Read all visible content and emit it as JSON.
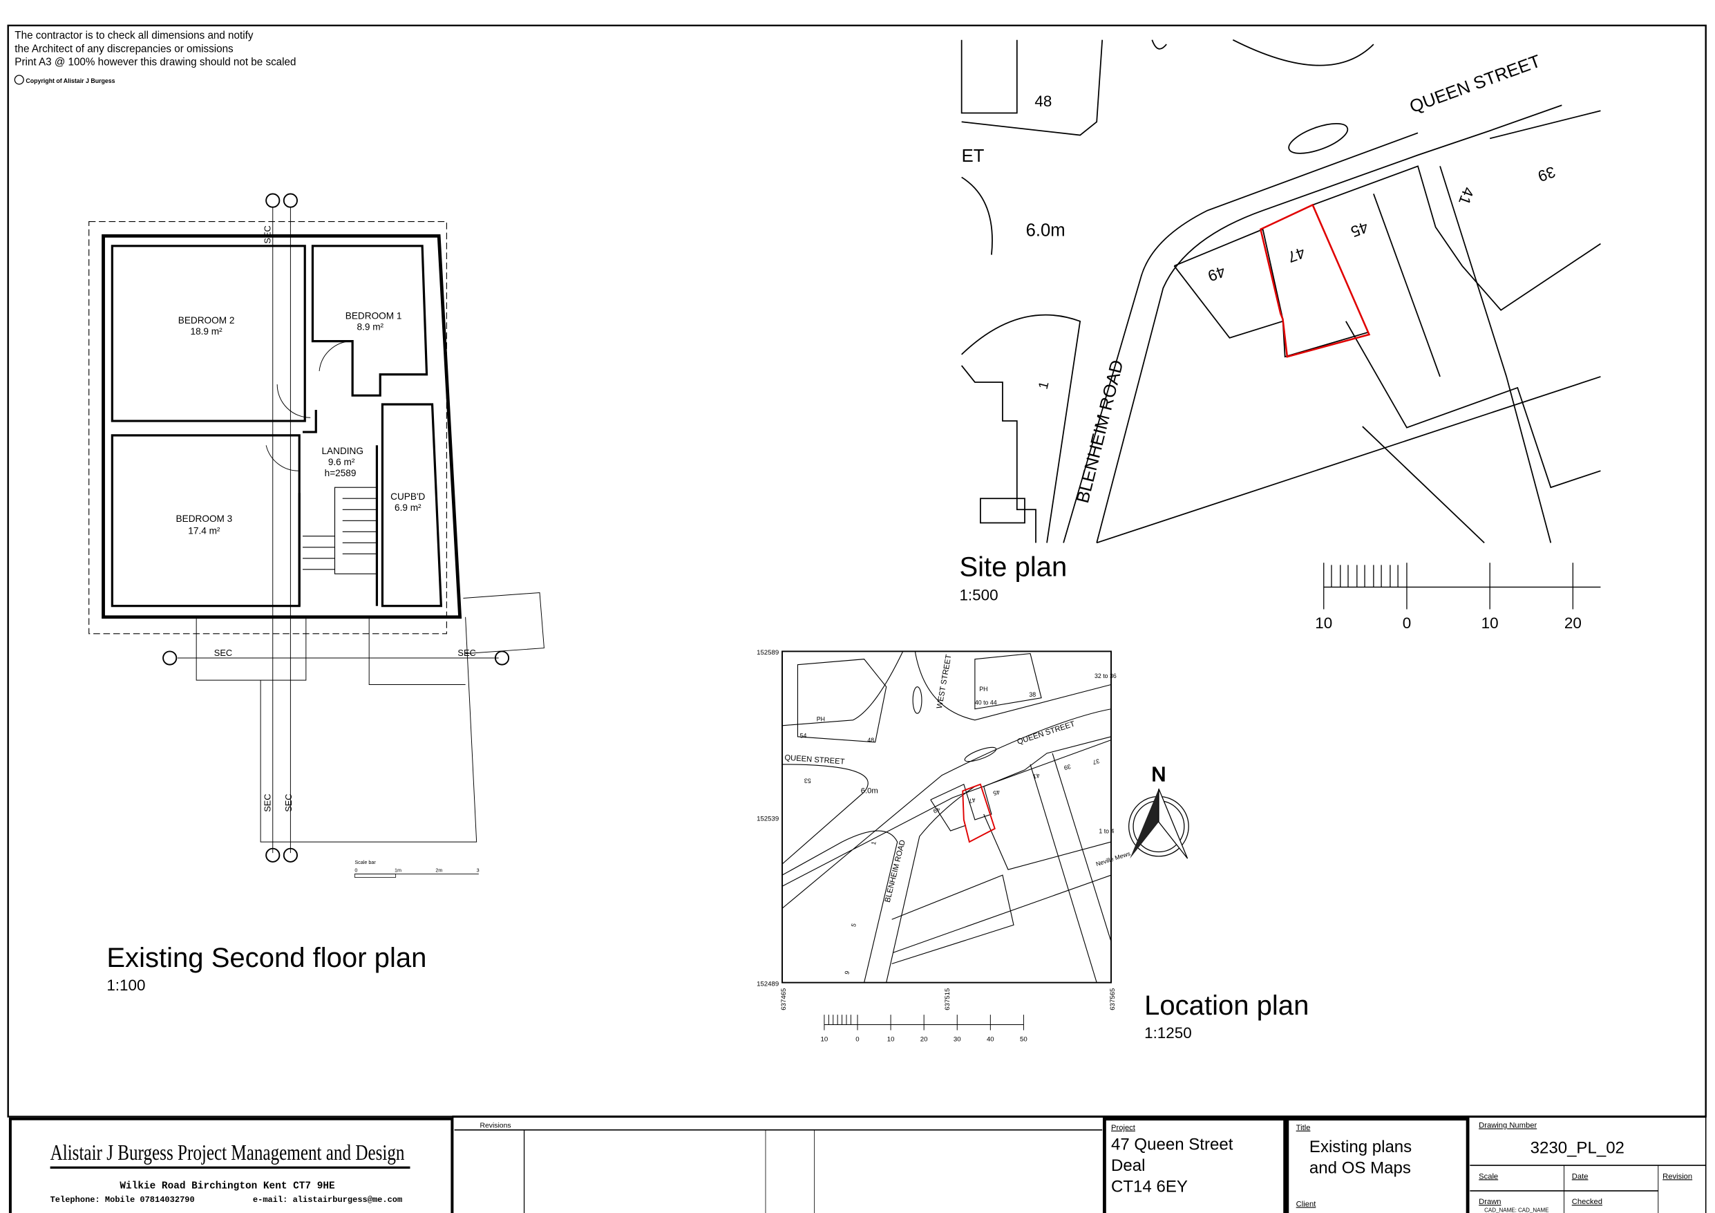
{
  "notes": {
    "line1": "The contractor is to check all dimensions and notify",
    "line2": "the Architect of any discrepancies or omissions",
    "line3": "Print A3 @ 100% however this drawing should not be scaled",
    "copyright": "Copyright of Alistair J Burgess",
    "copyright_symbol": "©"
  },
  "floor_plan": {
    "title": "Existing Second floor plan",
    "scale": "1:100",
    "rooms": [
      {
        "name": "BEDROOM 2",
        "area": "18.9 m²"
      },
      {
        "name": "BEDROOM 1",
        "area": "8.9 m²"
      },
      {
        "name": "LANDING",
        "area": "9.6 m²",
        "height": "h=2589"
      },
      {
        "name": "CUPB'D",
        "area": "6.9 m²"
      },
      {
        "name": "BEDROOM 3",
        "area": "17.4 m²"
      }
    ],
    "section_label": "SEC",
    "scale_bar": {
      "caption": "Scale bar",
      "ticks": [
        "0",
        "1m",
        "2m",
        "3"
      ]
    }
  },
  "site_plan": {
    "title": "Site plan",
    "scale": "1:500",
    "street_labels": [
      "QUEEN STREET",
      "BLENHEIM ROAD",
      "ET"
    ],
    "spot_height": "6.0m",
    "house_numbers": [
      "48",
      "49",
      "47",
      "45",
      "41",
      "39",
      "1"
    ],
    "scale_bar_ticks": [
      "10",
      "0",
      "10",
      "20"
    ],
    "boundary_color": "#e00000"
  },
  "location_plan": {
    "title": "Location plan",
    "scale": "1:1250",
    "northings": [
      "152589",
      "152539",
      "152489"
    ],
    "eastings": [
      "637465",
      "637515",
      "637565"
    ],
    "street_labels": [
      "QUEEN STREET",
      "QUEEN STREET",
      "WEST STREET",
      "BLENHEIM ROAD"
    ],
    "spot_height": "6.0m",
    "labels": [
      "PH",
      "40 to 44",
      "38",
      "32 to 36",
      "PH",
      "54",
      "48",
      "53",
      "49",
      "47",
      "45",
      "41",
      "39",
      "37",
      "1",
      "5",
      "9",
      "1 to 4",
      "Neville Mews"
    ],
    "scale_bar_ticks": [
      "10",
      "0",
      "10",
      "20",
      "30",
      "40",
      "50"
    ],
    "north_label": "N",
    "boundary_color": "#e00000"
  },
  "title_block": {
    "company": "Alistair J Burgess Project Management and Design",
    "address": "Wilkie Road Birchington Kent CT7 9HE",
    "telephone": "Telephone: Mobile 07814032790",
    "email": "e-mail: alistairburgess@me.com",
    "revisions_label": "Revisions",
    "project_label": "Project",
    "project_lines": [
      "47 Queen Street",
      "Deal",
      "CT14 6EY"
    ],
    "title_label": "Title",
    "title_lines": [
      "Existing plans",
      "and OS Maps"
    ],
    "client_label": "Client",
    "drawing_number_label": "Drawing Number",
    "drawing_number": "3230_PL_02",
    "scale_label": "Scale",
    "date_label": "Date",
    "revision_label": "Revision",
    "drawn_label": "Drawn",
    "checked_label": "Checked",
    "cad_name": "CAD_NAME: CAD_NAME"
  }
}
